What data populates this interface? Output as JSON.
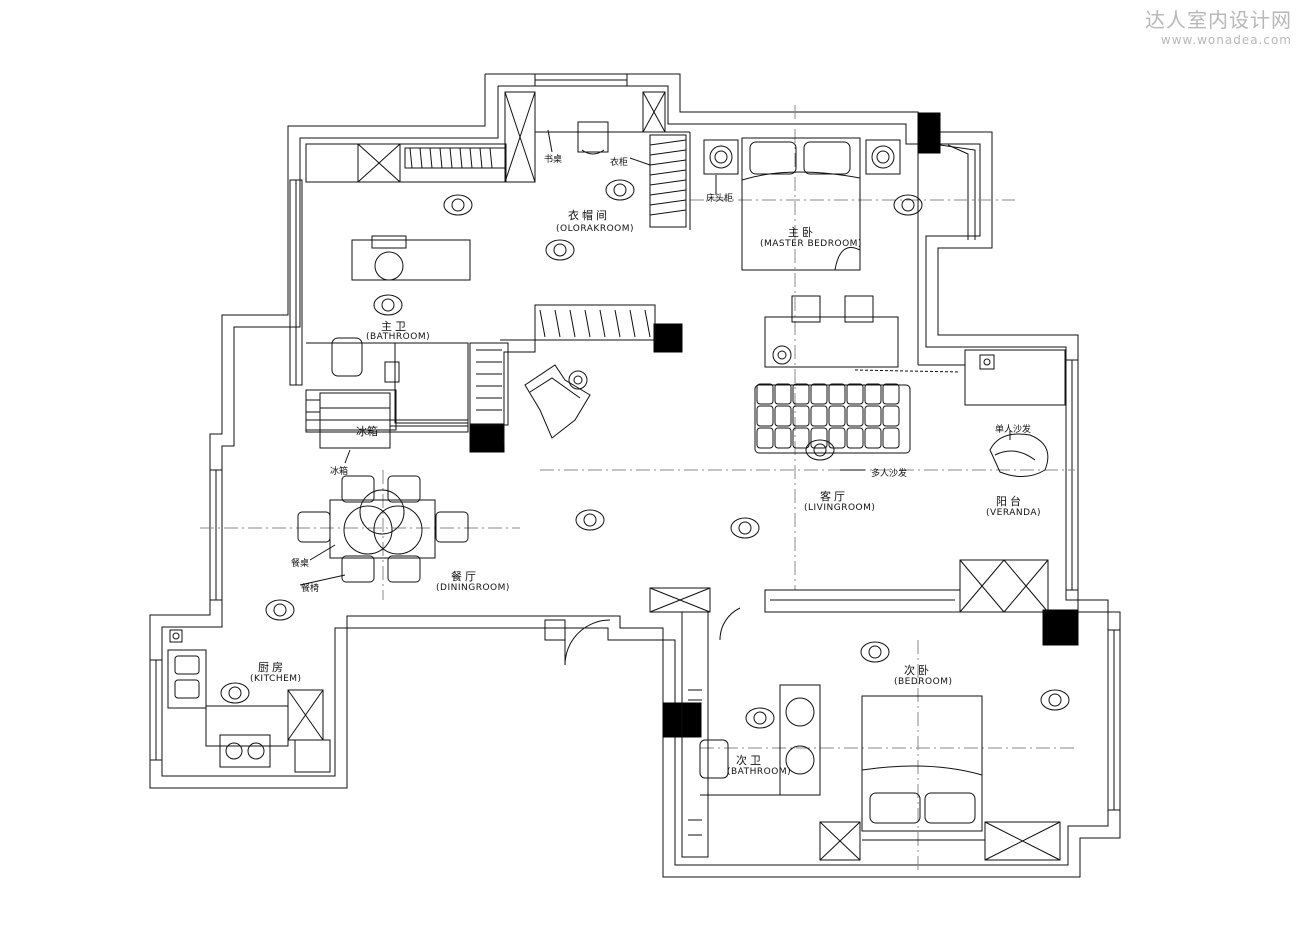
{
  "watermark": {
    "name": "达人室内设计网",
    "url": "www.wonadea.com"
  },
  "rooms": {
    "cloakroom": {
      "cn": "衣帽间",
      "en": "(OLORAKROOM)"
    },
    "master_bedroom": {
      "cn": "主卧",
      "en": "(MASTER BEDROOM)"
    },
    "master_bath": {
      "cn": "主卫",
      "en": "(BATHROOM)"
    },
    "living": {
      "cn": "客厅",
      "en": "(LIVINGROOM)"
    },
    "veranda": {
      "cn": "阳台",
      "en": "(VERANDA)"
    },
    "dining": {
      "cn": "餐厅",
      "en": "(DININGROOM)"
    },
    "kitchen": {
      "cn": "厨房",
      "en": "(KITCHEM)"
    },
    "second_bath": {
      "cn": "次卫",
      "en": "(BATHROOM)"
    },
    "bedroom": {
      "cn": "次卧",
      "en": "(BEDROOM)"
    }
  },
  "furniture": {
    "desk": "书桌",
    "wardrobe": "衣柜",
    "nightstand": "床头柜",
    "fridge_box": "冰箱",
    "fridge_note": "冰箱",
    "single_sofa": "单人沙发",
    "multi_sofa": "多人沙发",
    "dining_table": "餐桌",
    "dining_chair": "餐椅"
  },
  "colors": {
    "line": "#111111",
    "column": "#000000",
    "watermark": "#b8b8b8",
    "axis": "#888888"
  }
}
